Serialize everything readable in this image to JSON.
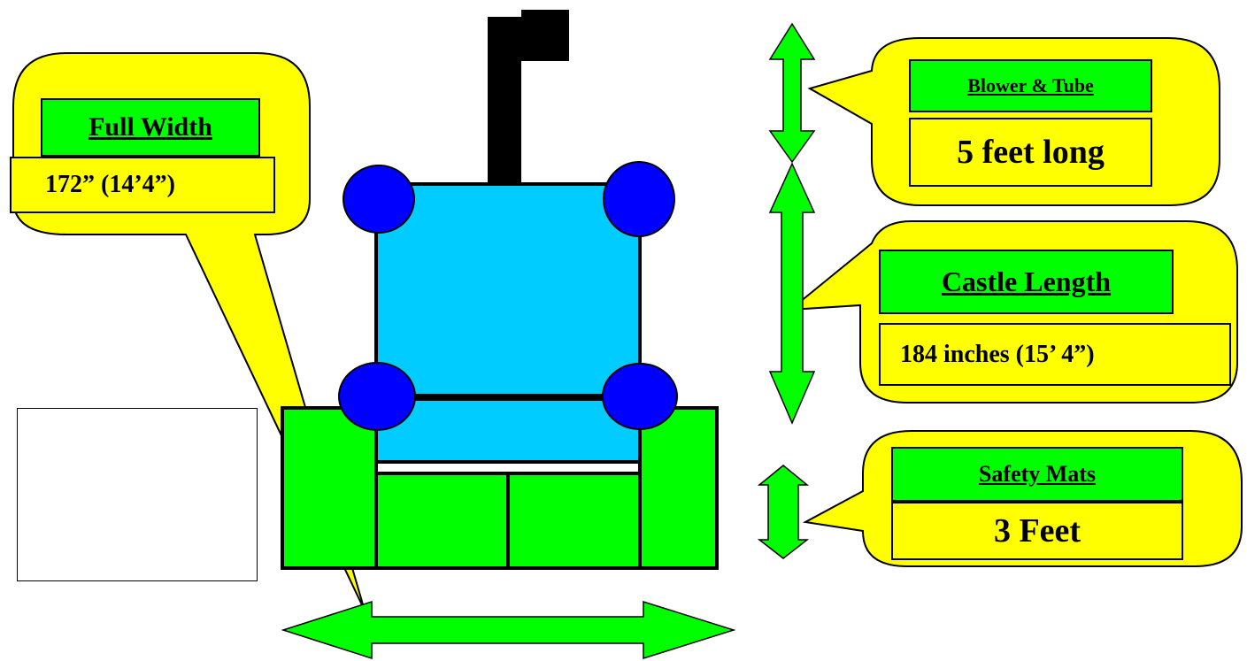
{
  "callouts": {
    "full_width": {
      "title": "Full Width",
      "value": "172” (14’4”)"
    },
    "blower_tube": {
      "title": "Blower & Tube",
      "value": "5 feet long"
    },
    "castle_length": {
      "title": "Castle Length",
      "value": "184 inches (15’ 4”)"
    },
    "safety_mats": {
      "title": "Safety Mats",
      "value": "3 Feet"
    }
  },
  "colors": {
    "callout_fill": "#ffff00",
    "label_fill": "#00ff00",
    "arrow_fill": "#00ff00",
    "castle_fill": "#00ccff",
    "corner_towers": "#0000ff",
    "blower": "#000000"
  }
}
